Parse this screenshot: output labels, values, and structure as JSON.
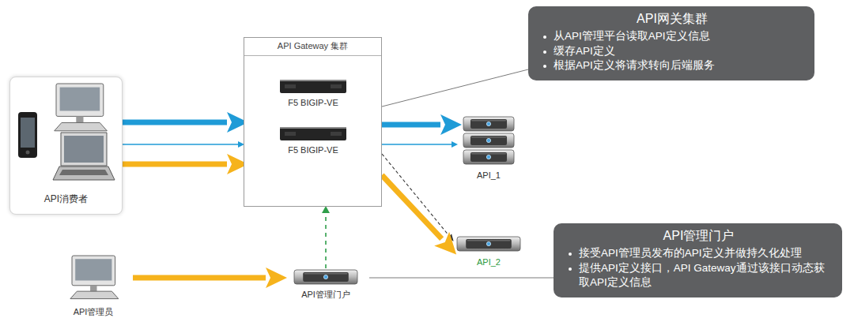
{
  "diagram": {
    "nodes": [
      {
        "text": [
          "API消费者"
        ]
      },
      {
        "text": [
          "API Gateway 集群"
        ]
      },
      {
        "text": [
          "F5 BIGIP-VE"
        ],
        "in": 1
      },
      {
        "text": [
          "F5 BIGIP-VE"
        ],
        "in": 1
      },
      {
        "text": [
          "API_1"
        ]
      },
      {
        "text": [
          "API_2"
        ]
      },
      {
        "text": [
          "API管理门户"
        ]
      },
      {
        "text": [
          "API管理员"
        ]
      },
      {
        "text": [
          "API网关集群",
          "从API管理平台读取API定义信息",
          "缓存API定义",
          "根据API定义将请求转向后端服务"
        ]
      },
      {
        "text": [
          "API管理门户",
          "接受API管理员发布的API定义并做持久化处理",
          "提供API定义接口，API Gateway通过该接口动态获取API定义信息"
        ]
      }
    ],
    "edges": [
      {
        "from": 0,
        "to": 1,
        "arrow": "to"
      },
      {
        "from": 0,
        "to": 1,
        "arrow": "to"
      },
      {
        "from": 0,
        "to": 1,
        "arrow": "to"
      },
      {
        "from": 1,
        "to": 4,
        "arrow": "to"
      },
      {
        "from": 1,
        "to": 4,
        "arrow": "to"
      },
      {
        "from": 1,
        "to": 5,
        "arrow": "to"
      },
      {
        "from": 1,
        "to": 5,
        "arrow": "to"
      },
      {
        "from": 6,
        "to": 1,
        "arrow": "to"
      },
      {
        "from": 7,
        "to": 6,
        "arrow": "to"
      },
      {
        "from": 1,
        "to": 8,
        "arrow": "none"
      },
      {
        "from": 6,
        "to": 9,
        "arrow": "none"
      }
    ]
  }
}
